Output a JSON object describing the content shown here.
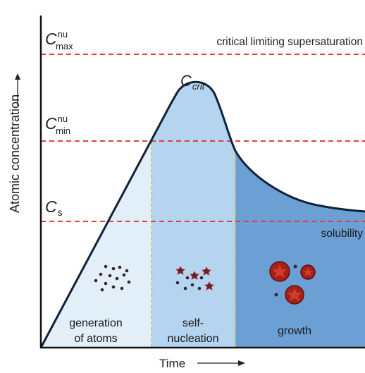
{
  "levels": {
    "cmax": {
      "base": "C",
      "sup": "nu",
      "sub": "max"
    },
    "cmin": {
      "base": "C",
      "sup": "nu",
      "sub": "min"
    },
    "cs": {
      "base": "C",
      "sub": "s"
    },
    "ccrit": {
      "base": "C",
      "sub": "crit"
    }
  },
  "annotations": {
    "critical_line": "critical limiting supersaturation",
    "solubility_line": "solubility"
  },
  "stages": [
    {
      "id": "generation",
      "lines": [
        "generation",
        "of atoms"
      ]
    },
    {
      "id": "nucleation",
      "lines": [
        "self-",
        "nucleation"
      ]
    },
    {
      "id": "growth",
      "lines": [
        "growth"
      ]
    }
  ],
  "axes": {
    "y_label": "Atomic concentration",
    "x_label": "Time"
  },
  "colors": {
    "stage1": "#e2eef8",
    "stage2": "#b4d4ef",
    "stage3": "#6c9fd4",
    "dashed_line": "#e0403a",
    "phase_divider": "#d8b868",
    "curve": "#0f2238",
    "particle_dark": "#3a2330",
    "particle_red": "#c8281d"
  }
}
